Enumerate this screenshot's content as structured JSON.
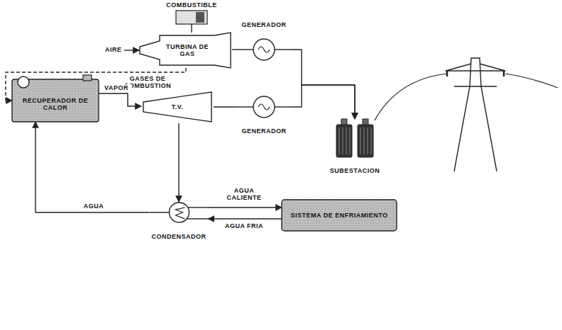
{
  "diagram": {
    "nodes": [
      {
        "text": [
          "COMBUSTIBLE"
        ]
      },
      {
        "text": [
          "TURBINA DE GAS"
        ]
      },
      {
        "text": [
          "GENERADOR"
        ]
      },
      {
        "text": [
          "RECUPERADOR DE CALOR"
        ]
      },
      {
        "text": [
          "T.V."
        ]
      },
      {
        "text": [
          "GENERADOR"
        ]
      },
      {
        "text": [
          "CONDENSADOR"
        ]
      },
      {
        "text": [
          "SISTEMA DE ENFRIAMIENTO"
        ]
      },
      {
        "text": [
          "SUBESTACION"
        ]
      }
    ],
    "edges": [
      {
        "from": 0,
        "to": 1,
        "arrow": "none"
      },
      {
        "from": 1,
        "to": 2,
        "arrow": "none"
      },
      {
        "from": 1,
        "to": 3,
        "label": "GASES DE COMBUSTION",
        "arrow": "to"
      },
      {
        "from": 3,
        "to": 4,
        "label": "VAPOR",
        "arrow": "to"
      },
      {
        "from": 4,
        "to": 5,
        "arrow": "none"
      },
      {
        "from": 4,
        "to": 6,
        "arrow": "to"
      },
      {
        "from": 6,
        "to": 3,
        "label": "AGUA",
        "arrow": "to"
      },
      {
        "from": 6,
        "to": 7,
        "label": "AGUA CALIENTE",
        "arrow": "to"
      },
      {
        "from": 7,
        "to": 6,
        "label": "AGUA FRIA",
        "arrow": "to"
      },
      {
        "from": 2,
        "to": 8,
        "arrow": "to"
      },
      {
        "from": 5,
        "to": 8,
        "arrow": "to"
      }
    ],
    "labels": [
      "AIRE"
    ]
  }
}
